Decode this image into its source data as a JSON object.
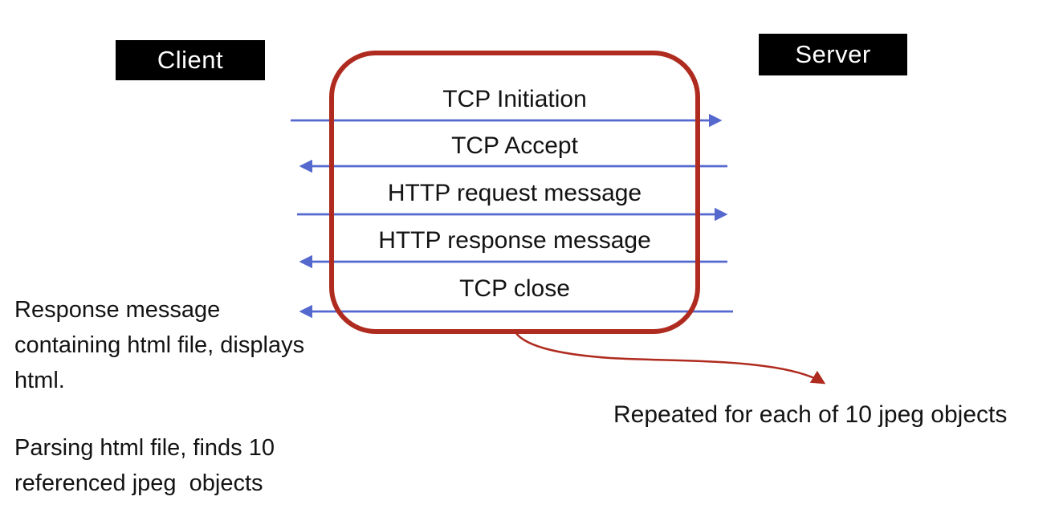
{
  "colors": {
    "arrow_blue": "#5468CE",
    "loop_red": "#AF2B1F",
    "endpoint_bg": "#000000",
    "endpoint_text": "#FFFFFF",
    "ink": "#131313"
  },
  "endpoints": {
    "client": "Client",
    "server": "Server"
  },
  "sequence": {
    "messages": [
      {
        "label": "TCP Initiation",
        "direction": "client-to-server"
      },
      {
        "label": "TCP Accept",
        "direction": "server-to-client"
      },
      {
        "label": "HTTP request message",
        "direction": "client-to-server"
      },
      {
        "label": "HTTP response message",
        "direction": "server-to-client"
      },
      {
        "label": "TCP close",
        "direction": "server-to-client"
      }
    ]
  },
  "annotations": {
    "response_note": "Response message\ncontaining html file, displays\nhtml.",
    "parsing_note": "Parsing html file, finds 10\nreferenced jpeg  objects",
    "repeat_note": "Repeated for each of 10 jpeg objects"
  }
}
